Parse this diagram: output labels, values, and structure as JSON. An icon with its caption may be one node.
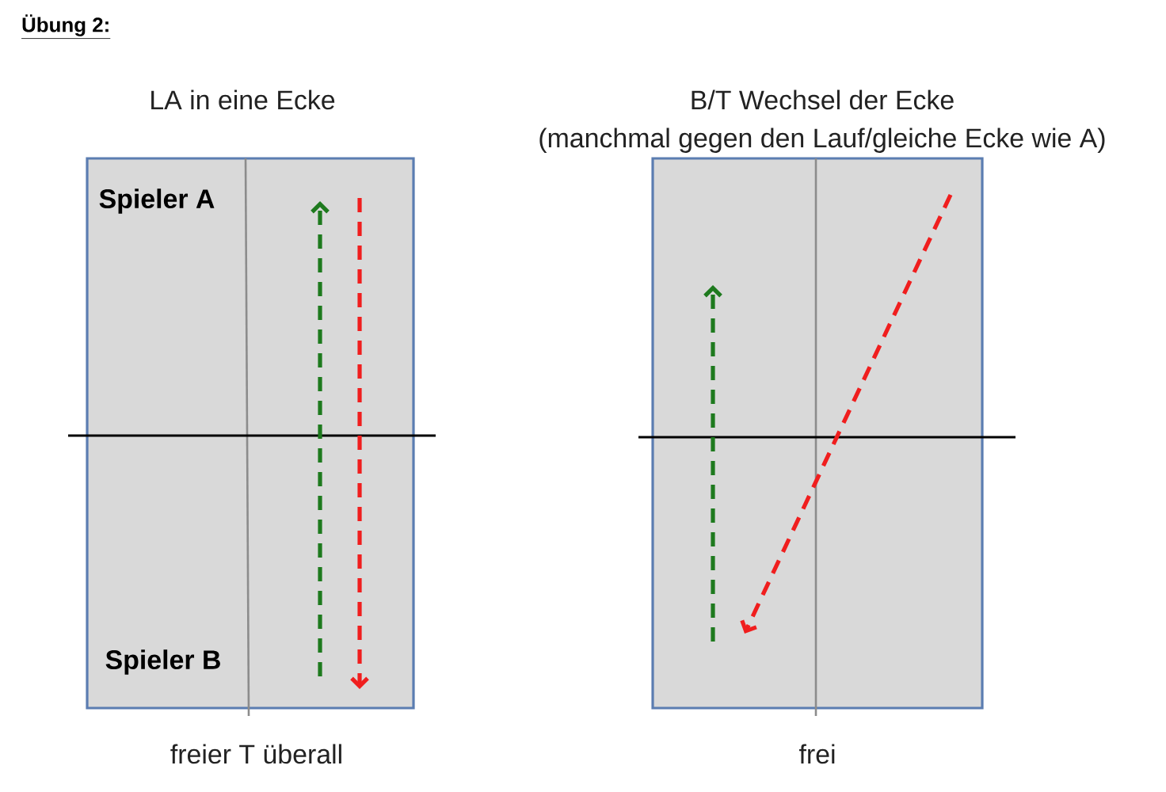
{
  "diagram": {
    "title": "Übung 2:",
    "nodes": [
      {
        "text": [
          "LA in eine Ecke",
          "Spieler A",
          "Spieler B"
        ],
        "beside": [
          "freier T überall"
        ]
      },
      {
        "text": [
          "B/T Wechsel der Ecke",
          "(manchmal gegen den Lauf/gleiche Ecke wie A)"
        ],
        "beside": [
          "frei"
        ]
      }
    ],
    "edges": []
  }
}
